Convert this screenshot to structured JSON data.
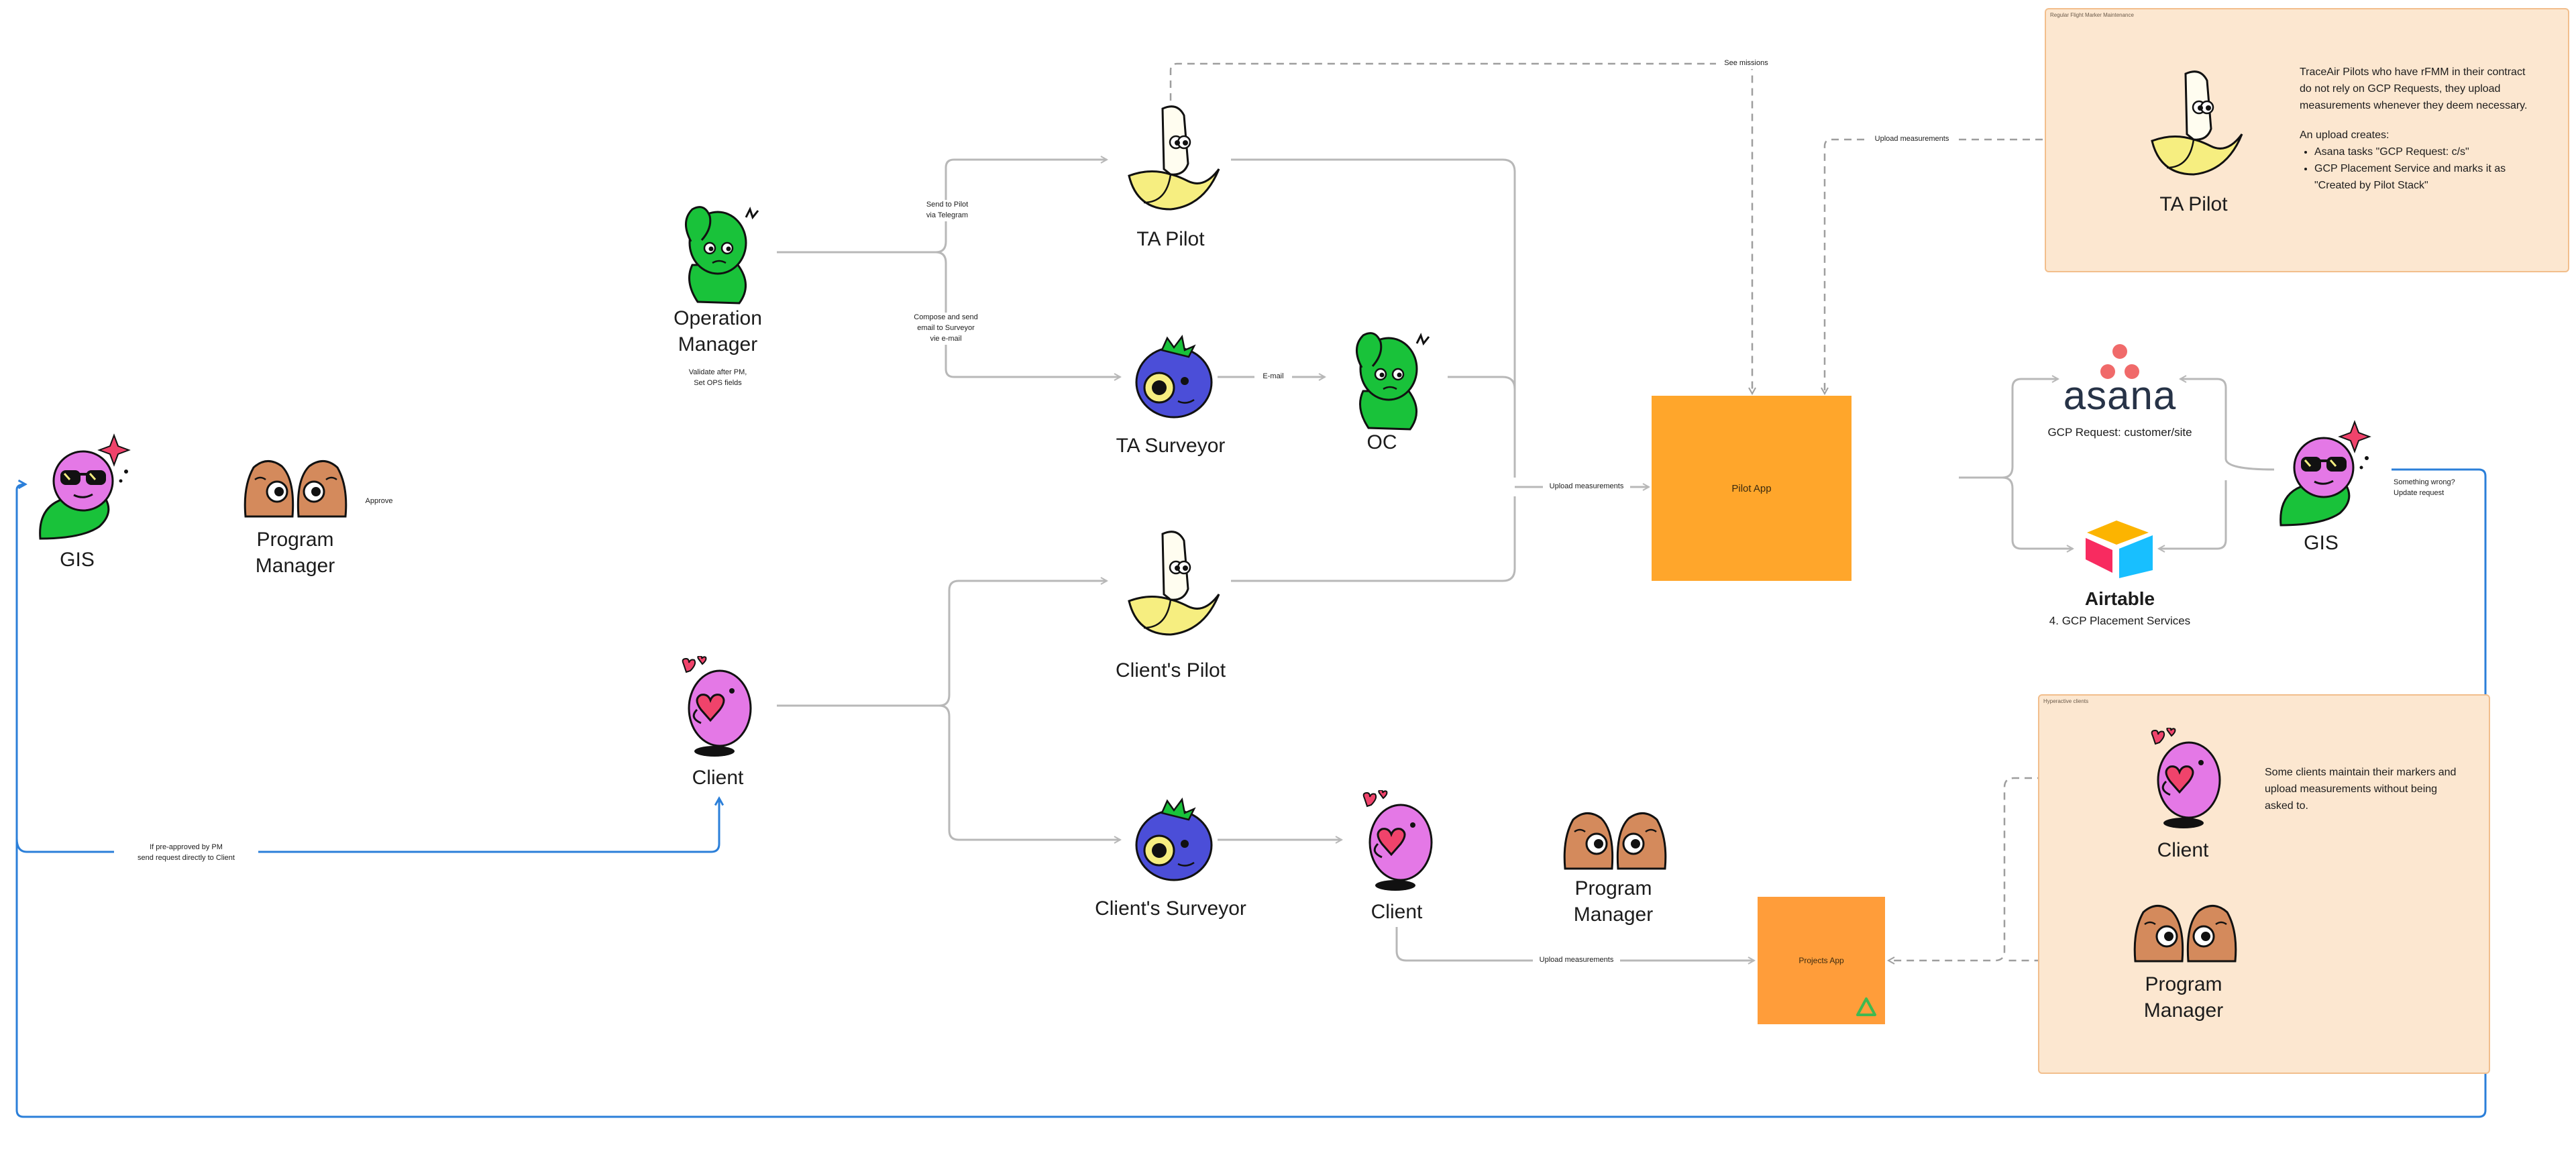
{
  "colors": {
    "connector": "#b8b8b8",
    "dashed": "#9e9e9e",
    "blue_line": "#2b7fd9",
    "note_bg": "#fce7d0",
    "note_border": "#f2be8c",
    "pilot_app": "#ffa62b",
    "projects_app": "#ff9d3a",
    "character_green": "#19c23a",
    "character_pink": "#e478e6",
    "character_banana": "#f6ee80",
    "character_blue": "#4b4ed8",
    "character_tan": "#d48a5c",
    "asana_red": "#f06a6a",
    "delta_green": "#3fb950"
  },
  "labels": {
    "gis_left": "GIS",
    "program_manager_left": "Program\nManager",
    "approve": "Approve",
    "operation_manager": "Operation\nManager",
    "operation_manager_note": "Validate after PM,\nSet OPS fields",
    "send_to_pilot": "Send to Pilot\nvia Telegram",
    "compose_email": "Compose and send\nemail to Surveyor\nvie e-mail",
    "ta_pilot": "TA Pilot",
    "ta_surveyor": "TA Surveyor",
    "email": "E-mail",
    "oc": "OC",
    "see_missions": "See missions",
    "upload_measurements_top": "Upload measurements",
    "upload_measurements_mid": "Upload measurements",
    "upload_measurements_bottom": "Upload measurements",
    "client_left": "Client",
    "clients_pilot": "Client's Pilot",
    "clients_surveyor": "Client's Surveyor",
    "client_bottom": "Client",
    "program_manager_bottom": "Program\nManager",
    "pre_approved": "If pre-approved by PM\nsend request directly to Client",
    "gis_right": "GIS",
    "something_wrong": "Something wrong?\nUpdate request",
    "gcp_request": "GCP Request: customer/site",
    "airtable_name": "Airtable",
    "airtable_sub": "4. GCP Placement Services",
    "asana_wordmark": "asana"
  },
  "apps": {
    "pilot_app": "Pilot App",
    "projects_app": "Projects App"
  },
  "note_rfmm": {
    "title": "Regular Flight Marker Maintenance",
    "character_label": "TA Pilot",
    "text": "TraceAir Pilots who have rFMM in their contract do not rely on GCP Requests, they upload measurements whenever they deem necessary.",
    "list_intro": "An upload creates:",
    "items": [
      "Asana tasks \"GCP Request: c/s\"",
      "GCP Placement Service and marks it as \"Created by Pilot Stack\""
    ]
  },
  "note_hyper": {
    "title": "Hyperactive clients",
    "client_label": "Client",
    "pm_label": "Program\nManager",
    "text": "Some clients maintain their markers and upload measurements without being asked to."
  }
}
